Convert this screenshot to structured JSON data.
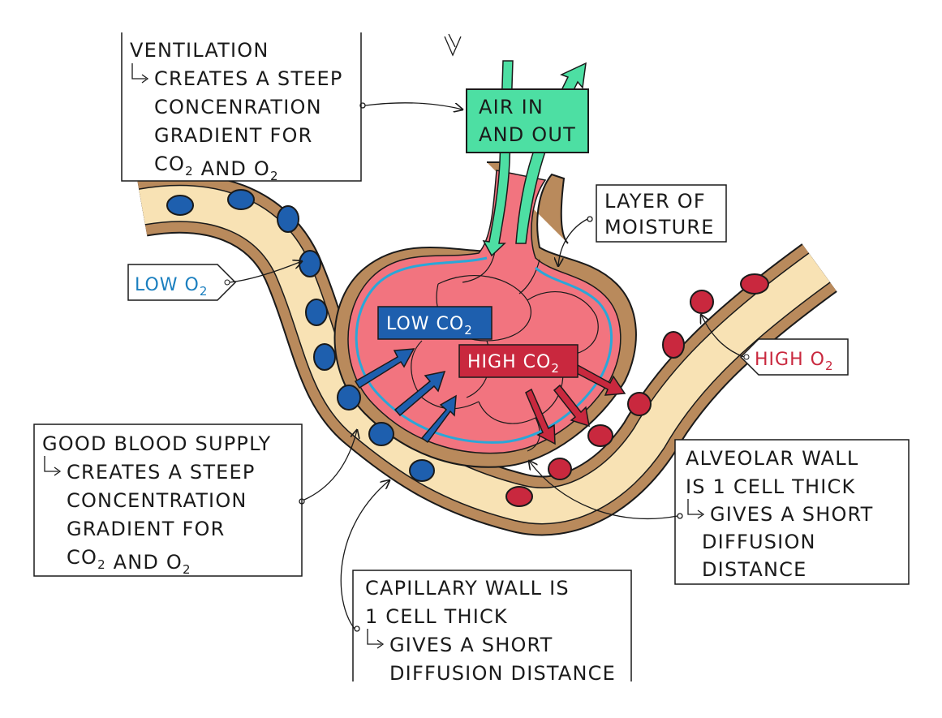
{
  "labels": {
    "ventilation": {
      "title": "VENTILATION",
      "lines": [
        "CREATES A STEEP",
        "CONCENRATION",
        "GRADIENT FOR",
        "CO2 AND O2"
      ]
    },
    "air": {
      "line1": "AIR IN",
      "line2": "AND OUT"
    },
    "moisture": {
      "line1": "LAYER OF",
      "line2": "MOISTURE"
    },
    "low_o2": "LOW O2",
    "low_co2": "LOW CO2",
    "high_co2": "HIGH CO2",
    "high_o2": "HIGH O2",
    "blood_supply": {
      "title": "GOOD BLOOD SUPPLY",
      "lines": [
        "CREATES A STEEP",
        "CONCENTRATION",
        "GRADIENT FOR",
        "CO2 AND O2"
      ]
    },
    "alveolar_wall": {
      "title1": "ALVEOLAR WALL",
      "title2": "IS 1 CELL THICK",
      "lines": [
        "GIVES A SHORT",
        "DIFFUSION",
        "DISTANCE"
      ]
    },
    "capillary_wall": {
      "title1": "CAPILLARY WALL IS",
      "title2": "1 CELL THICK",
      "lines": [
        "GIVES A SHORT",
        "DIFFUSION DISTANCE"
      ]
    }
  },
  "colors": {
    "air_box": "#4ddfa3",
    "low_tag": "#1e5fae",
    "high_tag": "#c9283e",
    "low_text": "#1b7fbf",
    "high_text": "#c9283e",
    "alveolus": "#f2747f",
    "vessel_wall": "#b98a5c",
    "plasma": "#f8e2b4",
    "moisture": "#2aa7d8"
  }
}
